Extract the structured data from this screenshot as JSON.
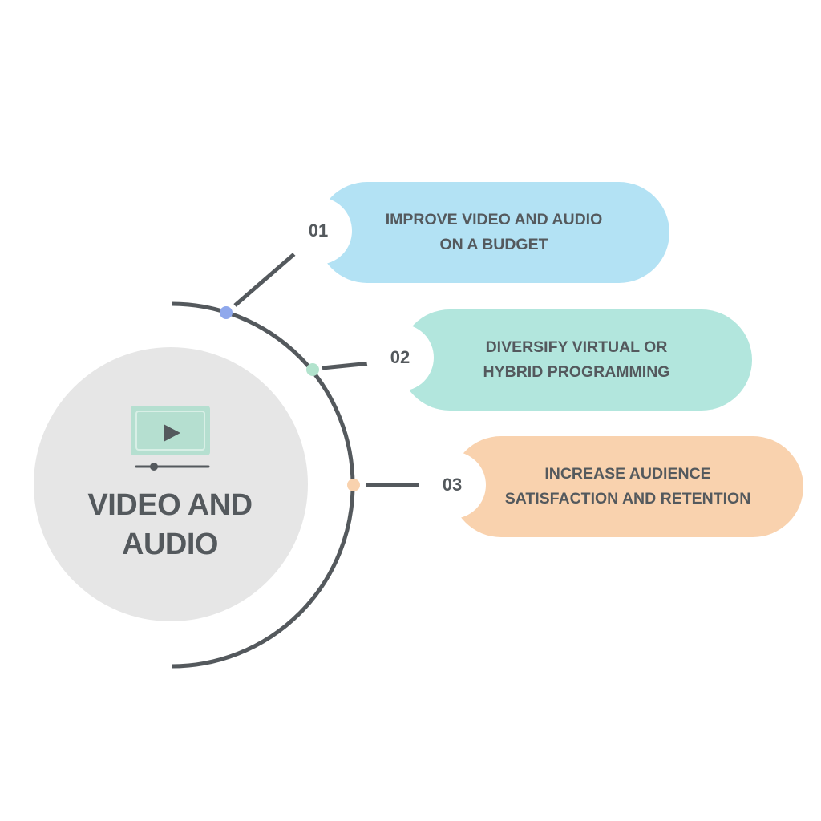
{
  "center": {
    "icon": "video-player-icon",
    "title_line1": "VIDEO AND",
    "title_line2": "AUDIO"
  },
  "items": [
    {
      "number": "01",
      "line1": "IMPROVE VIDEO AND AUDIO",
      "line2": "ON A BUDGET",
      "color": "#b3e2f4",
      "dot_color": "#8fa8ec"
    },
    {
      "number": "02",
      "line1": "DIVERSIFY VIRTUAL OR",
      "line2": "HYBRID PROGRAMMING",
      "color": "#b2e6dd",
      "dot_color": "#b2e3cd"
    },
    {
      "number": "03",
      "line1": "INCREASE AUDIENCE",
      "line2": "SATISFACTION AND RETENTION",
      "color": "#f9d2ae",
      "dot_color": "#f9d2ae"
    }
  ],
  "colors": {
    "line": "#54595d",
    "center_circle": "#e6e6e6",
    "icon": "#b5dfd0",
    "text": "#54595d"
  }
}
